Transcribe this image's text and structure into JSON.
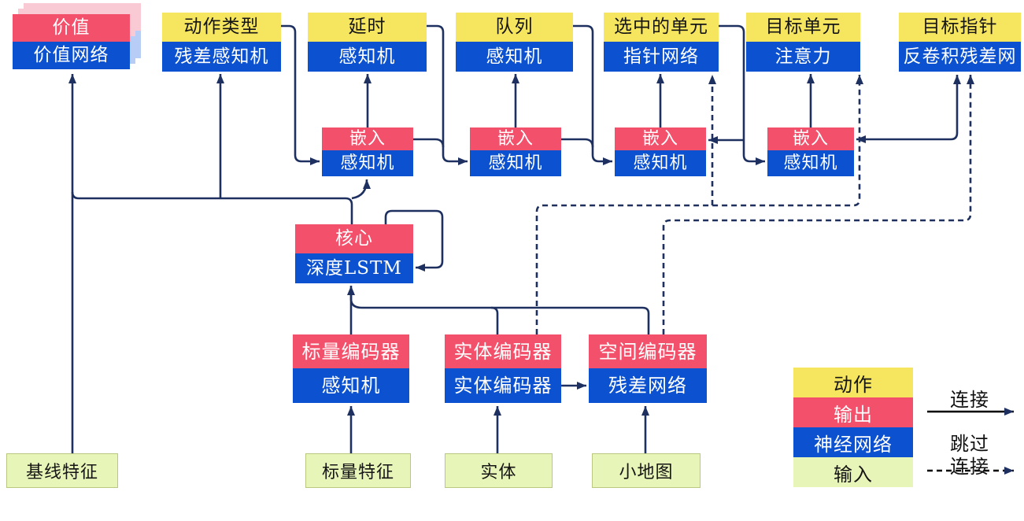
{
  "diagram": {
    "nodes": [
      {
        "id": "value",
        "header": "价值",
        "body": "价值网络",
        "type": "output-nn",
        "stacked": true
      },
      {
        "id": "action_type",
        "header": "动作类型",
        "body": "残差感知机",
        "type": "action-nn"
      },
      {
        "id": "delay",
        "header": "延时",
        "body": "感知机",
        "type": "action-nn"
      },
      {
        "id": "queued",
        "header": "队列",
        "body": "感知机",
        "type": "action-nn"
      },
      {
        "id": "selected_units",
        "header": "选中的单元",
        "body": "指针网络",
        "type": "action-nn"
      },
      {
        "id": "target_unit",
        "header": "目标单元",
        "body": "注意力",
        "type": "action-nn"
      },
      {
        "id": "target_point",
        "header": "目标指针",
        "body": "反卷积残差网",
        "type": "action-nn"
      },
      {
        "id": "emb1",
        "header": "嵌入",
        "body": "感知机",
        "type": "output-nn"
      },
      {
        "id": "emb2",
        "header": "嵌入",
        "body": "感知机",
        "type": "output-nn"
      },
      {
        "id": "emb3",
        "header": "嵌入",
        "body": "感知机",
        "type": "output-nn"
      },
      {
        "id": "emb4",
        "header": "嵌入",
        "body": "感知机",
        "type": "output-nn"
      },
      {
        "id": "core",
        "header": "核心",
        "body": "深度LSTM",
        "type": "output-nn"
      },
      {
        "id": "scalar_encoder",
        "header": "标量编码器",
        "body": "感知机",
        "type": "output-nn"
      },
      {
        "id": "entity_encoder",
        "header": "实体编码器",
        "body": "实体编码器",
        "type": "output-nn"
      },
      {
        "id": "spatial_encoder",
        "header": "空间编码器",
        "body": "残差网络",
        "type": "output-nn"
      },
      {
        "id": "baseline_features",
        "label": "基线特征",
        "type": "input"
      },
      {
        "id": "scalar_features",
        "label": "标量特征",
        "type": "input"
      },
      {
        "id": "entities",
        "label": "实体",
        "type": "input"
      },
      {
        "id": "minimap",
        "label": "小地图",
        "type": "input"
      }
    ],
    "legend": {
      "swatches": [
        {
          "id": "action",
          "label": "动作"
        },
        {
          "id": "output",
          "label": "输出"
        },
        {
          "id": "nn",
          "label": "神经网络"
        },
        {
          "id": "input",
          "label": "输入"
        }
      ],
      "solid_arrow_label": "连接",
      "dashed_arrow_label_line1": "跳过",
      "dashed_arrow_label_line2": "连接"
    },
    "colors": {
      "action": "#f6e55e",
      "output": "#f2506b",
      "nn": "#0b51d0",
      "input": "#e8f5b8",
      "connector": "#1e3060",
      "value_shadow_pink": "#f9c9d4",
      "value_shadow_blue": "#b7cdf5"
    }
  }
}
